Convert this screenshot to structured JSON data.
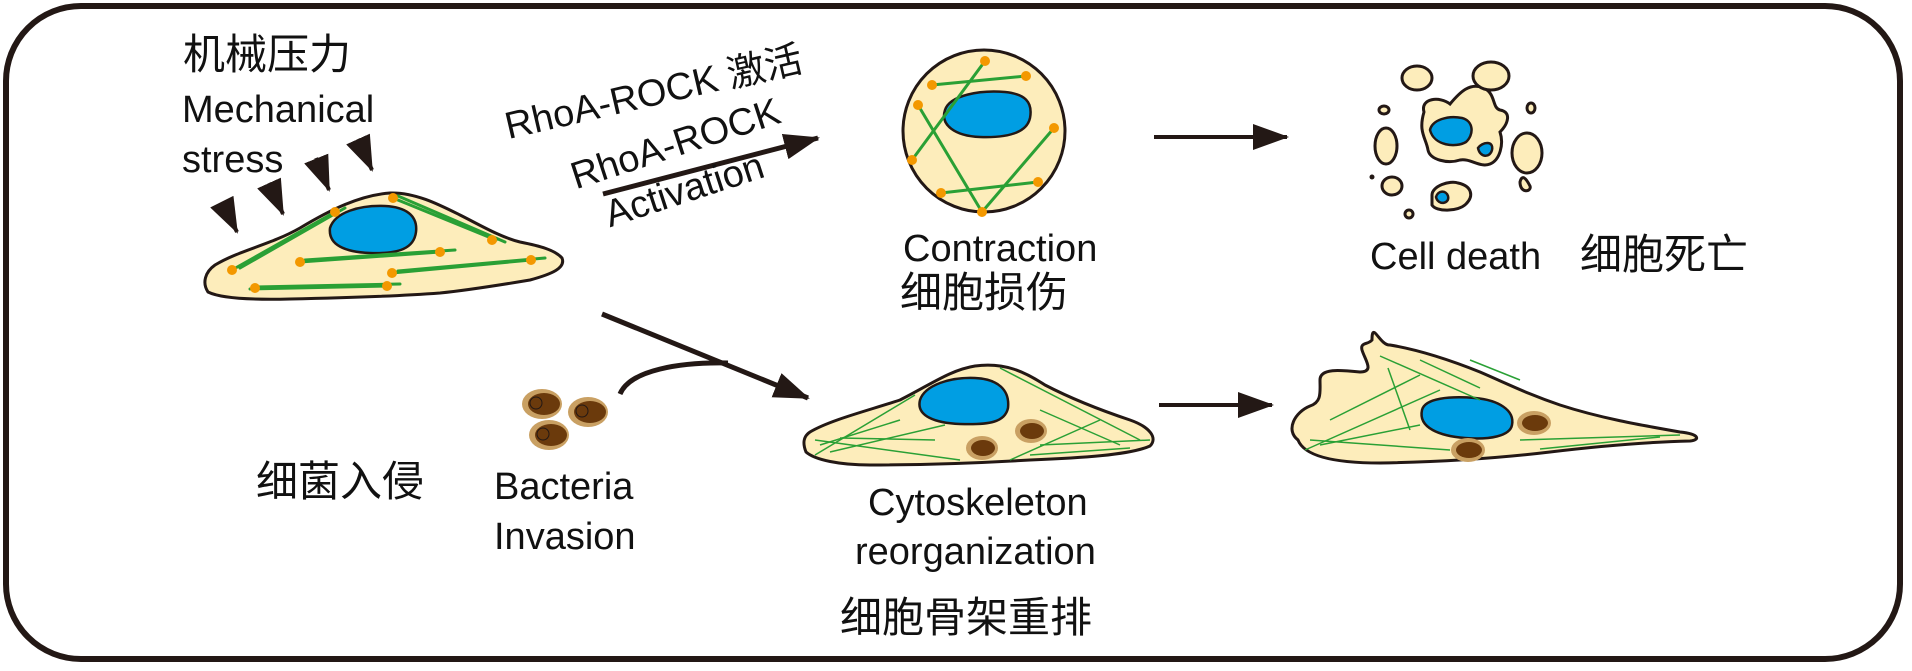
{
  "diagram": {
    "title_zh_mechanical": "机械压力",
    "mechanical_stress": [
      "Mechanical",
      "stress"
    ],
    "rhoa_rock_zh": "RhoA-ROCK 激活",
    "rhoa_rock_label": "RhoA-ROCK",
    "activation_label": "Activation",
    "contraction_label": "Contraction",
    "contraction_zh": "细胞损伤",
    "cell_death_label": "Cell death",
    "cell_death_zh": "细胞死亡",
    "bacteria_zh": "细菌入侵",
    "bacteria_invasion": [
      "Bacteria",
      "Invasion"
    ],
    "cytoskeleton_label": [
      "Cytoskeleton",
      "reorganization"
    ],
    "cytoskeleton_zh": "细胞骨架重排"
  },
  "nodes": [
    {
      "id": "stressed-cell",
      "description": "Spread cell with stress fibers under mechanical stress"
    },
    {
      "id": "contracted-cell",
      "description": "Rounded contracted cell"
    },
    {
      "id": "dying-cell",
      "description": "Fragmented cell with apoptotic bodies"
    },
    {
      "id": "infected-cell",
      "description": "Cell with internalized bacteria"
    },
    {
      "id": "reorganized-cell",
      "description": "Elongated cell with reorganized cytoskeleton"
    }
  ],
  "edges": [
    {
      "from": "stressed-cell",
      "to": "contracted-cell",
      "label": "RhoA-ROCK Activation"
    },
    {
      "from": "contracted-cell",
      "to": "dying-cell"
    },
    {
      "from": "stressed-cell",
      "to": "infected-cell",
      "label": "Bacteria Invasion"
    },
    {
      "from": "infected-cell",
      "to": "reorganized-cell"
    }
  ],
  "colors": {
    "outline": "#231815",
    "cytoplasm": "#fdedbb",
    "nucleus": "#009ee3",
    "actin": "#2aa035",
    "focal_adhesion": "#f39800",
    "bacteria_outer": "#c9a063",
    "bacteria_inner": "#6b3a0c"
  }
}
